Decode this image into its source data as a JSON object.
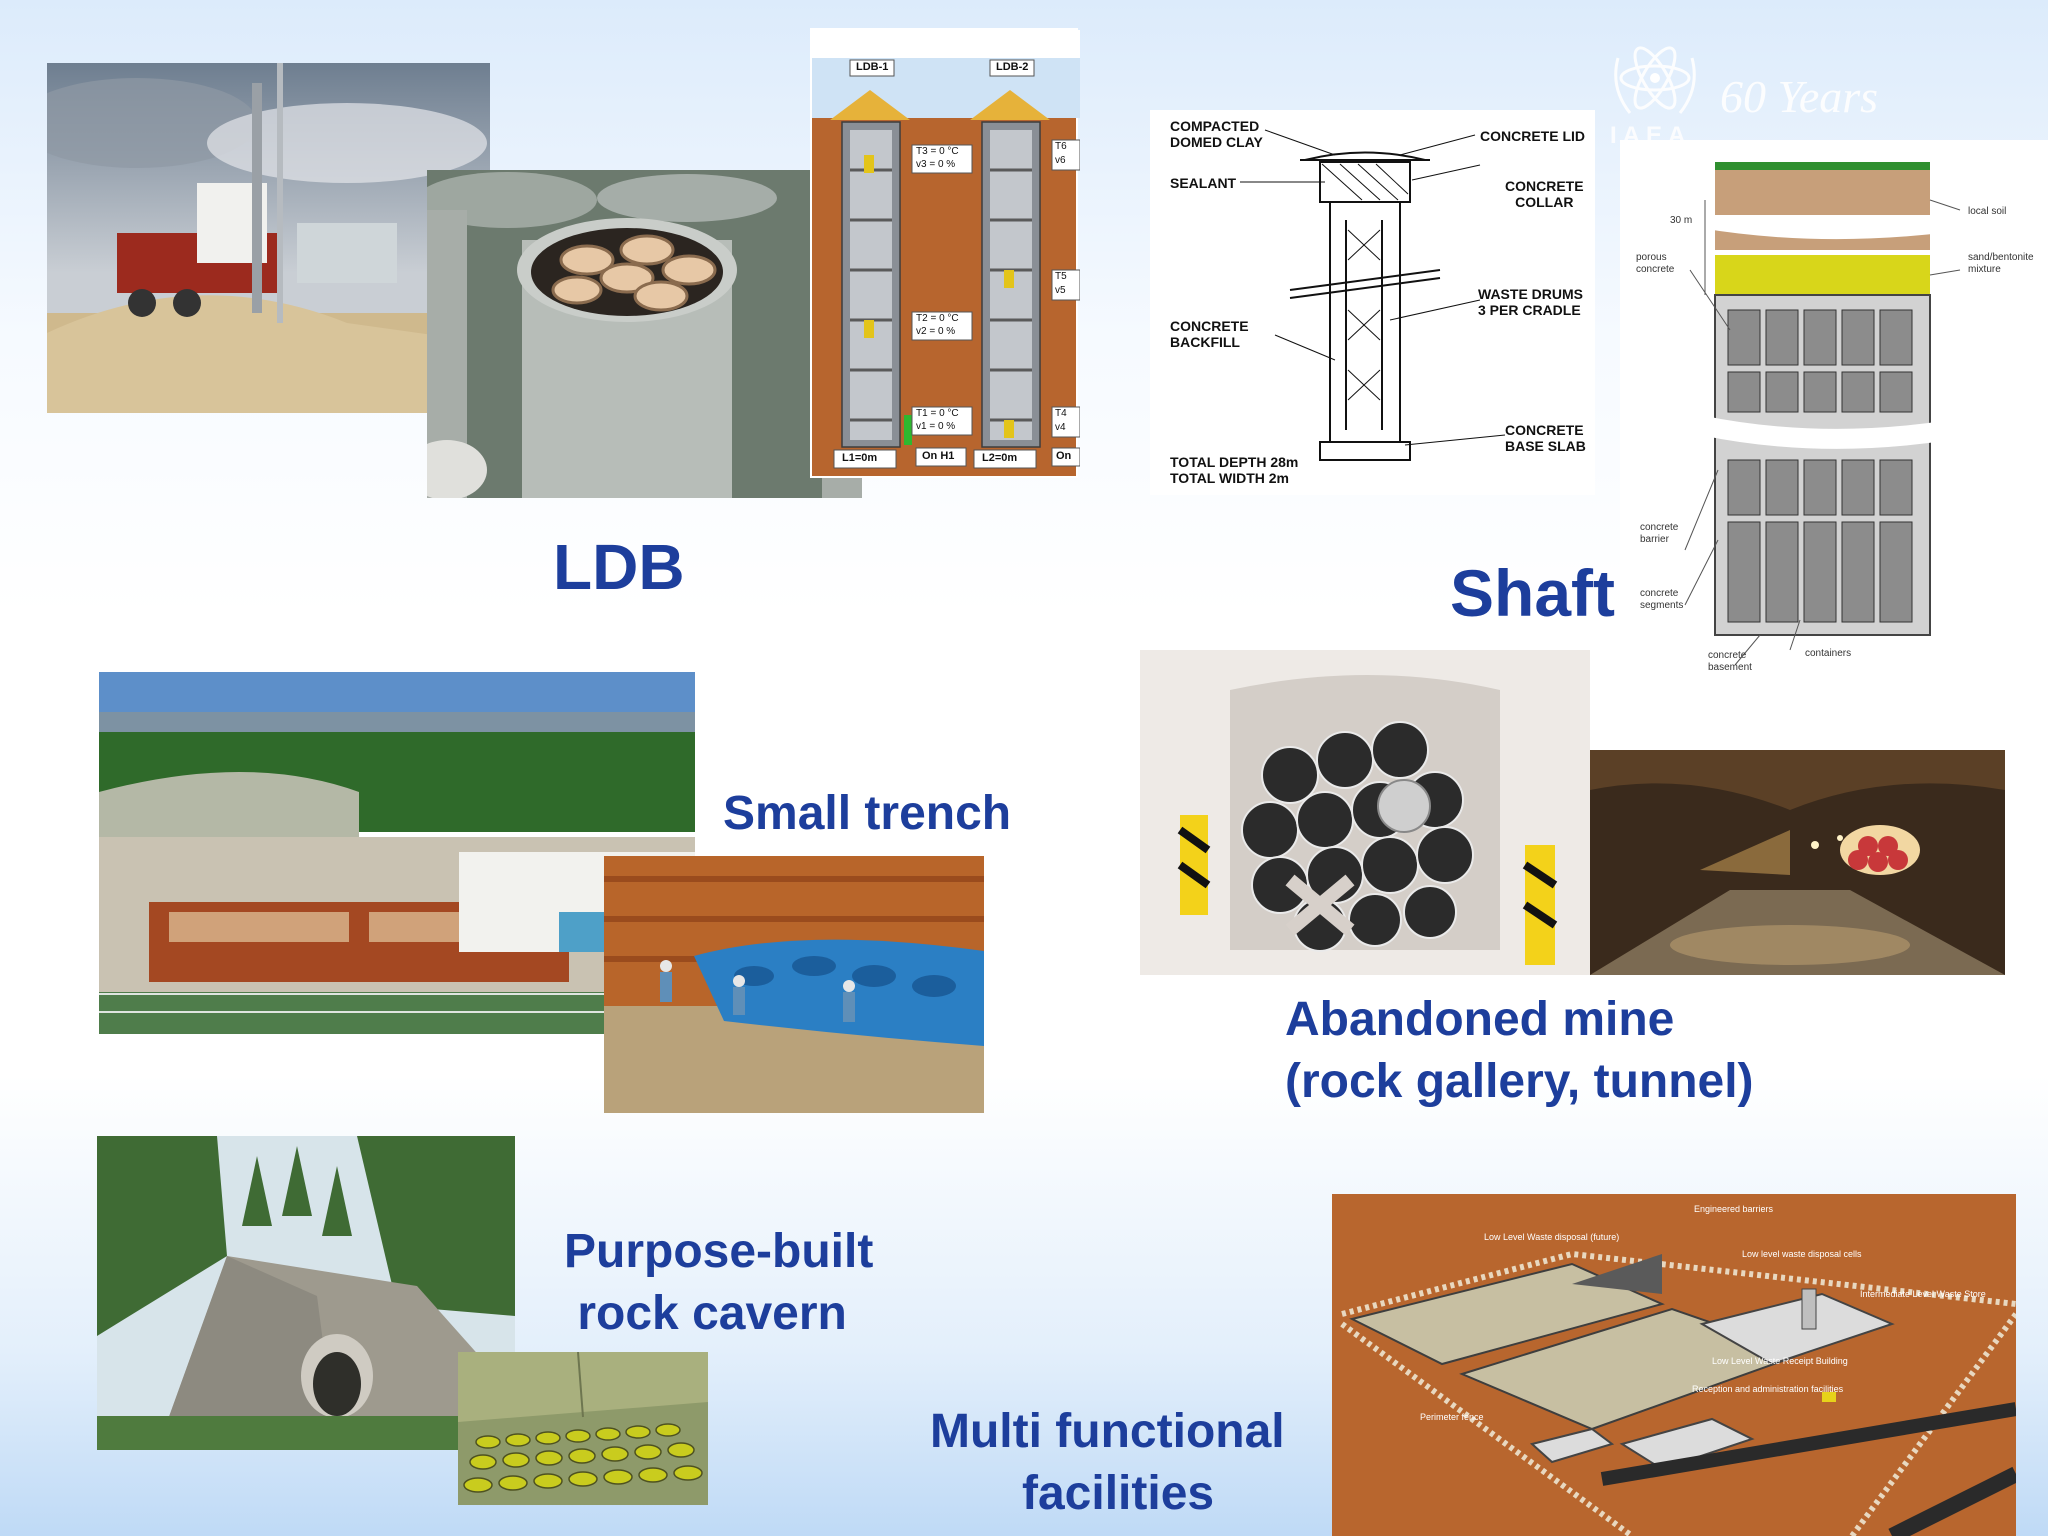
{
  "logo": {
    "text": "60 Years",
    "org": "IAEA"
  },
  "labels": {
    "ldb": "LDB",
    "shaft": "Shaft",
    "small_trench": "Small trench",
    "abandoned_mine_line1": "Abandoned mine",
    "abandoned_mine_line2": "(rock gallery, tunnel)",
    "rock_cavern_line1": "Purpose-built",
    "rock_cavern_line2": " rock cavern",
    "multi_line1": "Multi functional",
    "multi_line2": "facilities"
  },
  "ldb_diagram": {
    "col1": "LDB-1",
    "col2": "LDB-2",
    "t3": "T3 = 0 °C",
    "v3": "v3 = 0 %",
    "t2": "T2 = 0 °C",
    "v2": "v2 = 0 %",
    "t1": "T1 = 0 °C",
    "v1": "v1 = 0 %",
    "t6": "T6",
    "v6": "v6",
    "t5": "T5",
    "v5": "v5",
    "t4": "T4",
    "v4": "v4",
    "l1": "L1=0m",
    "onh1": "On H1",
    "l2": "L2=0m",
    "on": "On"
  },
  "shaft_diagram": {
    "compacted": "COMPACTED\nDOMED CLAY",
    "sealant": "SEALANT",
    "backfill": "CONCRETE\nBACKFILL",
    "lid": "CONCRETE LID",
    "collar": "CONCRETE\nCOLLAR",
    "drums": "WASTE DRUMS\n3 PER CRADLE",
    "base": "CONCRETE\nBASE SLAB",
    "depth": "TOTAL DEPTH 28m\nTOTAL WIDTH 2m"
  },
  "shaft_section": {
    "depth30": "30 m",
    "local_soil": "local soil",
    "sand_bentonite": "sand/bentonite\nmixture",
    "porous_concrete": "porous\nconcrete",
    "concrete_barrier": "concrete\nbarrier",
    "concrete_segments": "concrete\nsegments",
    "concrete_basement": "concrete\nbasement",
    "containers": "containers"
  },
  "facility_diagram": {
    "engineered_barriers": "Engineered barriers",
    "llw_future": "Low Level Waste disposal (future)",
    "llw_cells": "Low level waste disposal cells",
    "ilw_store": "Intermediate Level Waste Store",
    "llw_receipt": "Low Level Waste Receipt Building",
    "reception": "Reception and administration facilities",
    "perimeter": "Perimeter fence"
  },
  "colors": {
    "label_blue": "#1d3e9c",
    "soil_orange": "#b8662e",
    "bentonite_yellow": "#d8d61a"
  }
}
